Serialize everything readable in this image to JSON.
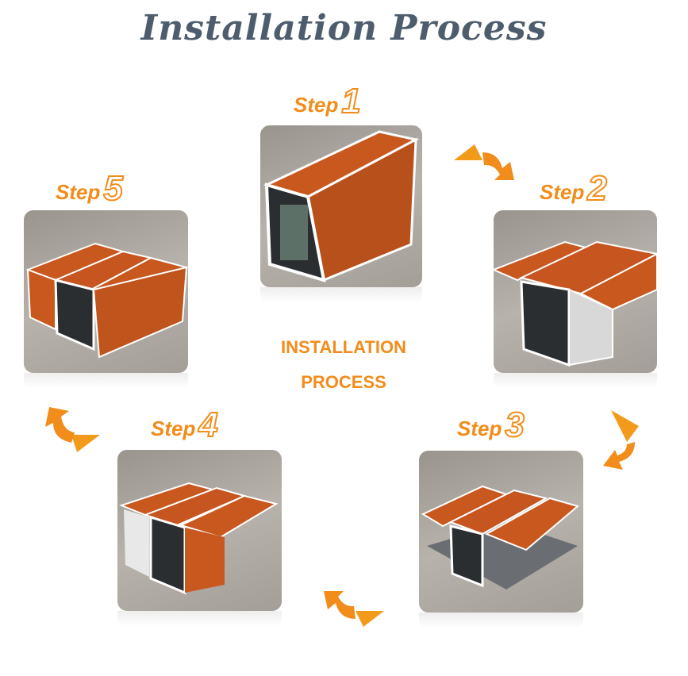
{
  "title": "Installation Process",
  "center": {
    "line1": "INSTALLATION",
    "line2": "PROCESS"
  },
  "steps": [
    {
      "label": "Step",
      "number": "1"
    },
    {
      "label": "Step",
      "number": "2"
    },
    {
      "label": "Step",
      "number": "3"
    },
    {
      "label": "Step",
      "number": "4"
    },
    {
      "label": "Step",
      "number": "5"
    }
  ],
  "colors": {
    "accent": "#f28c1a",
    "title": "#4d5d6e",
    "roof": "#c9581f"
  }
}
